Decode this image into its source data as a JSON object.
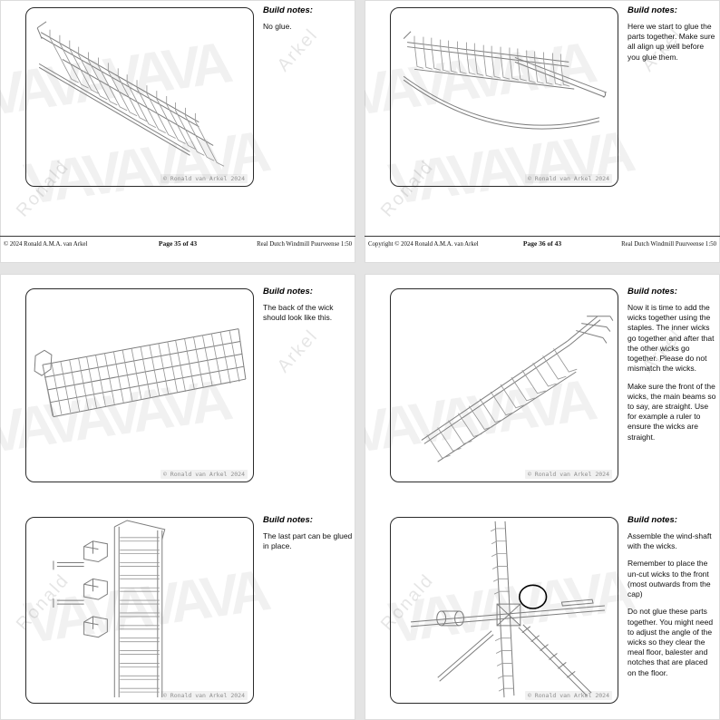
{
  "watermark": {
    "big": "VAVAVAVA",
    "name1": "Ronald",
    "name2": "Arkel"
  },
  "caption": "© Ronald van Arkel 2024",
  "notes_heading": "Build notes:",
  "pages": {
    "p35": {
      "notes": [
        "No glue."
      ],
      "footer": {
        "left": "© 2024 Ronald A.M.A. van Arkel",
        "center": "Page 35 of 43",
        "right": "Real Dutch Windmill Puurveense 1:50"
      }
    },
    "p36": {
      "notes": [
        "Here we start to glue the parts together. Make sure all align up well before you glue them."
      ],
      "footer": {
        "left": "Copyright © 2024 Ronald A.M.A. van Arkel",
        "center": "Page 36 of 43",
        "right": "Real Dutch Windmill Puurveense 1:50"
      }
    },
    "p37": {
      "sections": [
        {
          "notes": [
            "The back of the wick should look like this."
          ]
        },
        {
          "notes": [
            "The last part can be glued in place."
          ]
        }
      ]
    },
    "p38": {
      "sections": [
        {
          "notes": [
            "Now it is time to add the wicks together using the staples. The inner wicks go together and after that the other wicks go together. Please do not mismatch the wicks.",
            "Make sure the front of the wicks, the main beams so to say, are straight. Use for example a ruler to ensure the wicks are straight."
          ]
        },
        {
          "notes": [
            "Assemble the wind-shaft with the wicks.",
            "Remember to place the un-cut wicks to the front (most outwards from the cap)",
            "Do not glue these parts together. You might need to adjust the angle of the wicks so they clear the meal floor, balester and notches that are placed on the floor."
          ]
        }
      ]
    }
  }
}
